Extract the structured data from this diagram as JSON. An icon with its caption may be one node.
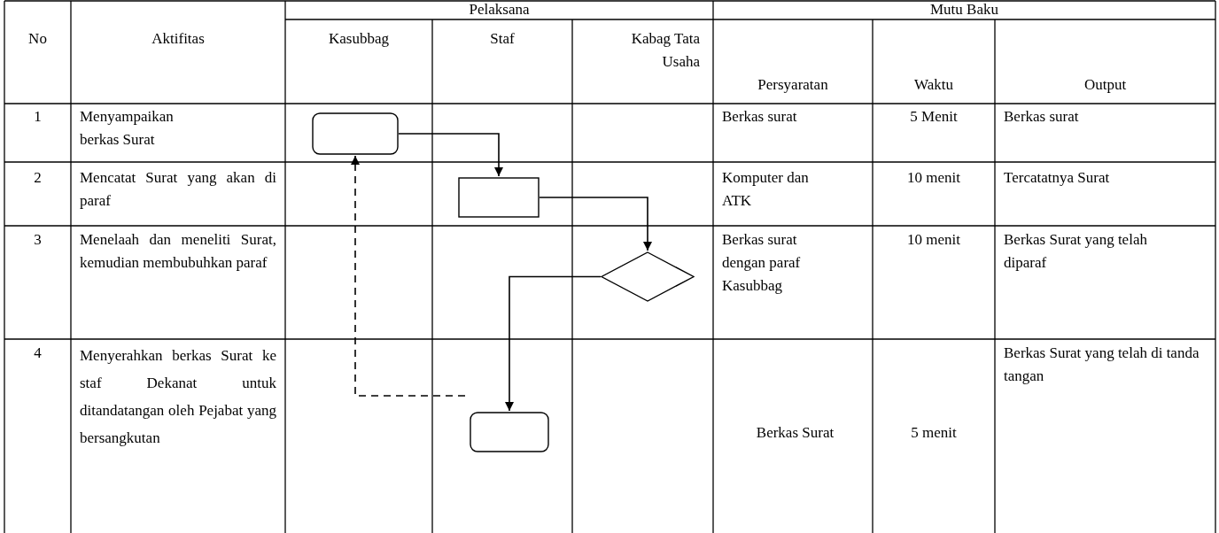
{
  "diagram": {
    "nodes": [
      {
        "text": [],
        "shape": "box"
      },
      {
        "text": [],
        "shape": "box"
      },
      {
        "text": [],
        "shape": "diamond"
      },
      {
        "text": [],
        "shape": "box"
      }
    ],
    "edges": [
      {
        "from": 0,
        "to": 1,
        "arrow": "to"
      },
      {
        "from": 1,
        "to": 2,
        "arrow": "to"
      },
      {
        "from": 2,
        "to": 3,
        "arrow": "to"
      },
      {
        "from": null,
        "to": 0,
        "arrow": "to",
        "style": "dashed"
      }
    ],
    "labels": [
      "No",
      "Aktifitas",
      "Pelaksana",
      "Mutu Baku",
      "Kasubbag",
      "Staf",
      "Kabag Tata Usaha",
      "Persyaratan",
      "Waktu",
      "Output",
      "1",
      "Menyampaikan berkas Surat",
      "Berkas surat",
      "5 Menit",
      "Berkas surat",
      "2",
      "Mencatat Surat yang akan di paraf",
      "Komputer dan ATK",
      "10 menit",
      "Tercatatnya Surat",
      "3",
      "Menelaah dan meneliti Surat, kemudian membubuhkan paraf",
      "Berkas surat dengan paraf Kasubbag",
      "10 menit",
      "Berkas Surat yang telah diparaf",
      "4",
      "Menyerahkan berkas Surat ke staf Dekanat untuk ditandatangan oleh Pejabat yang bersangkutan",
      "Berkas Surat",
      "5 menit",
      "Berkas Surat yang telah di tanda tangan"
    ]
  }
}
